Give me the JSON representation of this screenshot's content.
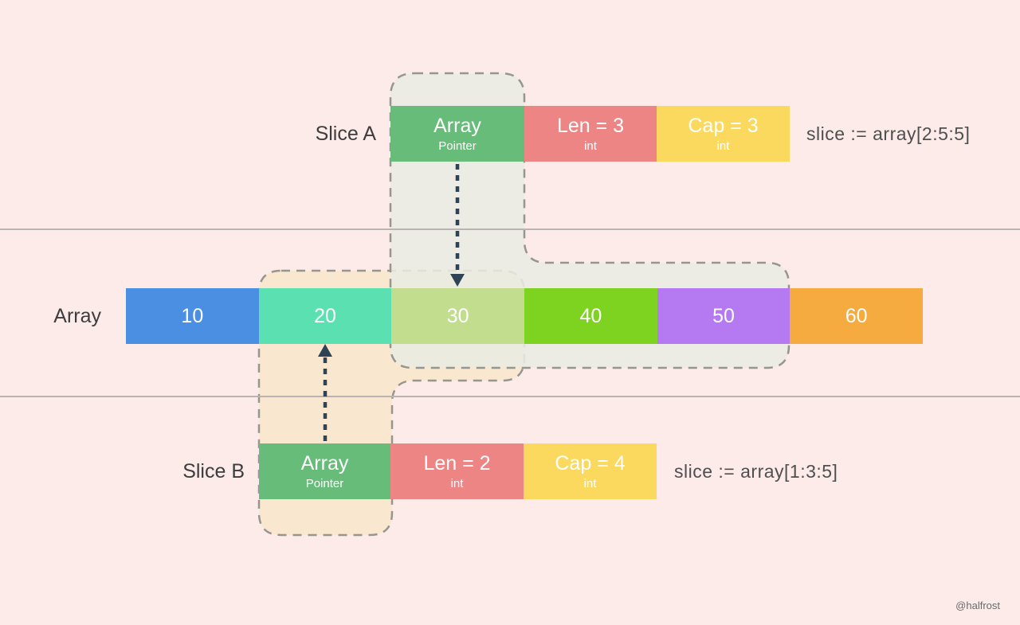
{
  "palette": {
    "background": "#fcebe8",
    "dash": "#97958f",
    "arrow": "#2e4356",
    "hline": "#b9b3b1",
    "region_a_fill": "#e9eae3",
    "region_b_fill": "#f9e8cf",
    "pointer_green": "#68bc79",
    "len_red": "#ee8585",
    "cap_yellow": "#fbd95e",
    "label_text": "#3d3d3d",
    "code_text": "#4f4f4f"
  },
  "slice_a": {
    "label": "Slice A",
    "pointer": {
      "title": "Array",
      "subtitle": "Pointer"
    },
    "len": {
      "title": "Len = 3",
      "subtitle": "int"
    },
    "cap": {
      "title": "Cap = 3",
      "subtitle": "int"
    },
    "code": "slice := array[2:5:5]"
  },
  "slice_b": {
    "label": "Slice B",
    "pointer": {
      "title": "Array",
      "subtitle": "Pointer"
    },
    "len": {
      "title": "Len = 2",
      "subtitle": "int"
    },
    "cap": {
      "title": "Cap = 4",
      "subtitle": "int"
    },
    "code": "slice := array[1:3:5]"
  },
  "array": {
    "label": "Array",
    "elements": [
      {
        "value": "10",
        "color": "#4a8fe2"
      },
      {
        "value": "20",
        "color": "#5be0b2"
      },
      {
        "value": "30",
        "color": "#c3dd8e"
      },
      {
        "value": "40",
        "color": "#7ed321"
      },
      {
        "value": "50",
        "color": "#b579f2"
      },
      {
        "value": "60",
        "color": "#f5ab40"
      }
    ]
  },
  "watermark": "@halfrost"
}
